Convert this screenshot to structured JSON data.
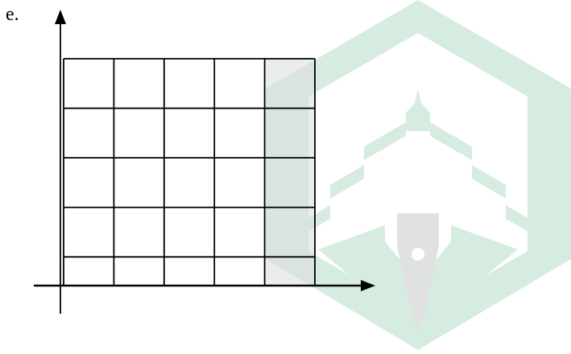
{
  "item_label": "e.",
  "grid": {
    "columns": 5,
    "rows": 5,
    "last_row_fraction": 0.58,
    "shaded_columns": [
      5
    ]
  },
  "colors": {
    "lines": "#000000",
    "watermark_green": "#d7ece0",
    "watermark_gray": "#dfe2e0",
    "shaded_cell": "#d9dedb"
  },
  "watermark": {
    "icon": "mosque-pen-hexagon-logo"
  }
}
